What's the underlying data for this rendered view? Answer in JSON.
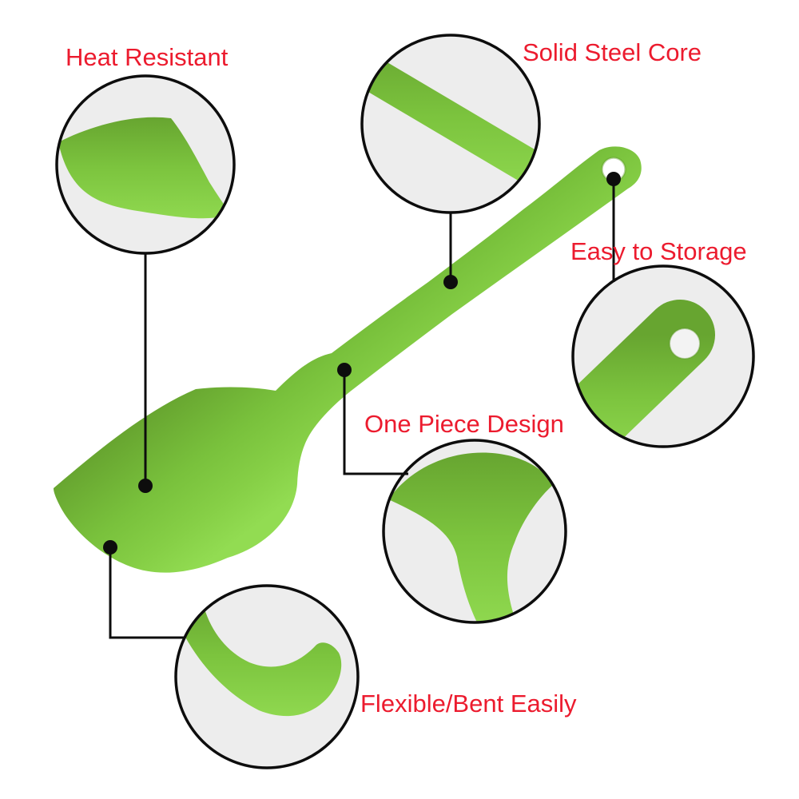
{
  "callouts": [
    {
      "id": "heat-resistant",
      "label": "Heat Resistant",
      "target": "spatula blade"
    },
    {
      "id": "solid-steel-core",
      "label": "Solid Steel Core",
      "target": "spatula shaft"
    },
    {
      "id": "easy-to-storage",
      "label": "Easy to Storage",
      "target": "hanging hole in handle"
    },
    {
      "id": "one-piece-design",
      "label": "One Piece Design",
      "target": "blade-handle junction"
    },
    {
      "id": "flexible-bent-easily",
      "label": "Flexible/Bent Easily",
      "target": "bent blade edge"
    }
  ],
  "colors": {
    "label_red": "#EC1B2E",
    "spatula_green": "#7CC43E",
    "spatula_green_dark": "#66A32F",
    "spatula_green_light": "#92DC52",
    "callout_line_black": "#0D0D0D",
    "lens_fill_gray": "#EDEDED",
    "background": "#FFFFFF"
  }
}
